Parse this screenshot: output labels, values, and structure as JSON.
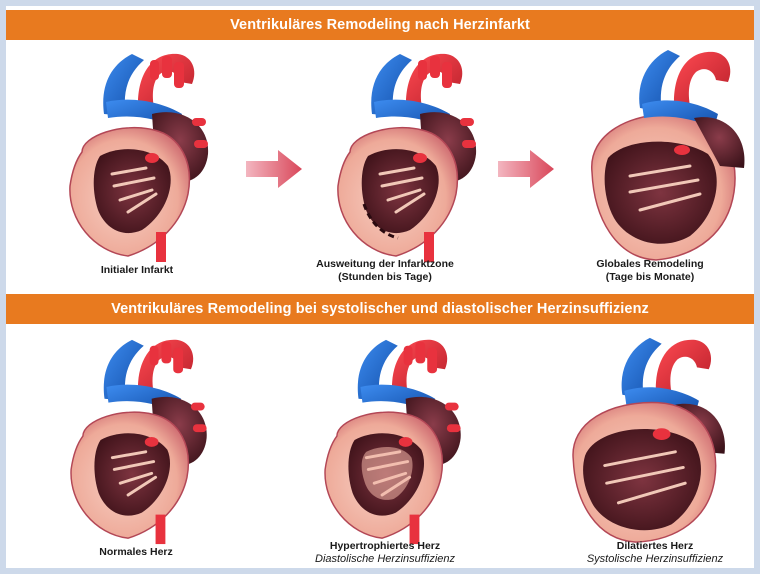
{
  "banners": {
    "top": "Ventrikuläres Remodeling nach Herzinfarkt",
    "bottom": "Ventrikuläres Remodeling bei systolischer und diastolischer Herzinsuffizienz"
  },
  "top_row": [
    {
      "line1": "Initialer Infarkt",
      "line2": ""
    },
    {
      "line1": "Ausweitung der Infarktzone",
      "line2": "(Stunden bis Tage)"
    },
    {
      "line1": "Globales Remodeling",
      "line2": "(Tage bis Monate)"
    }
  ],
  "bottom_row": [
    {
      "line1": "Normales Herz",
      "line2": ""
    },
    {
      "line1": "Hypertrophiertes Herz",
      "line2": "Diastolische Herzinsuffizienz"
    },
    {
      "line1": "Dilatiertes Herz",
      "line2": "Systolische Herzinsuffizienz"
    }
  ],
  "colors": {
    "banner": "#e87a1f",
    "aorta": "#e8323e",
    "pulmonary": "#1d6fd6",
    "myocardium": "#f3b7a8",
    "chamber": "#5a1f2a",
    "arrow": "#d9475a"
  }
}
